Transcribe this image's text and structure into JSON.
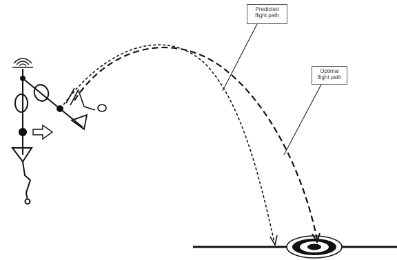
{
  "callouts": {
    "predicted": {
      "line1": "Predicted",
      "line2": "flight path"
    },
    "optimal": {
      "line1": "Optimal",
      "line2": "flight path"
    }
  },
  "colors": {
    "ink": "#111111",
    "background": "#ffffff",
    "callout_border": "#555555"
  },
  "icons": {
    "launcher": "stick-figure-launcher",
    "projectile": "triangle-projectile",
    "direction": "hollow-right-arrow",
    "target": "concentric-ring-target"
  }
}
